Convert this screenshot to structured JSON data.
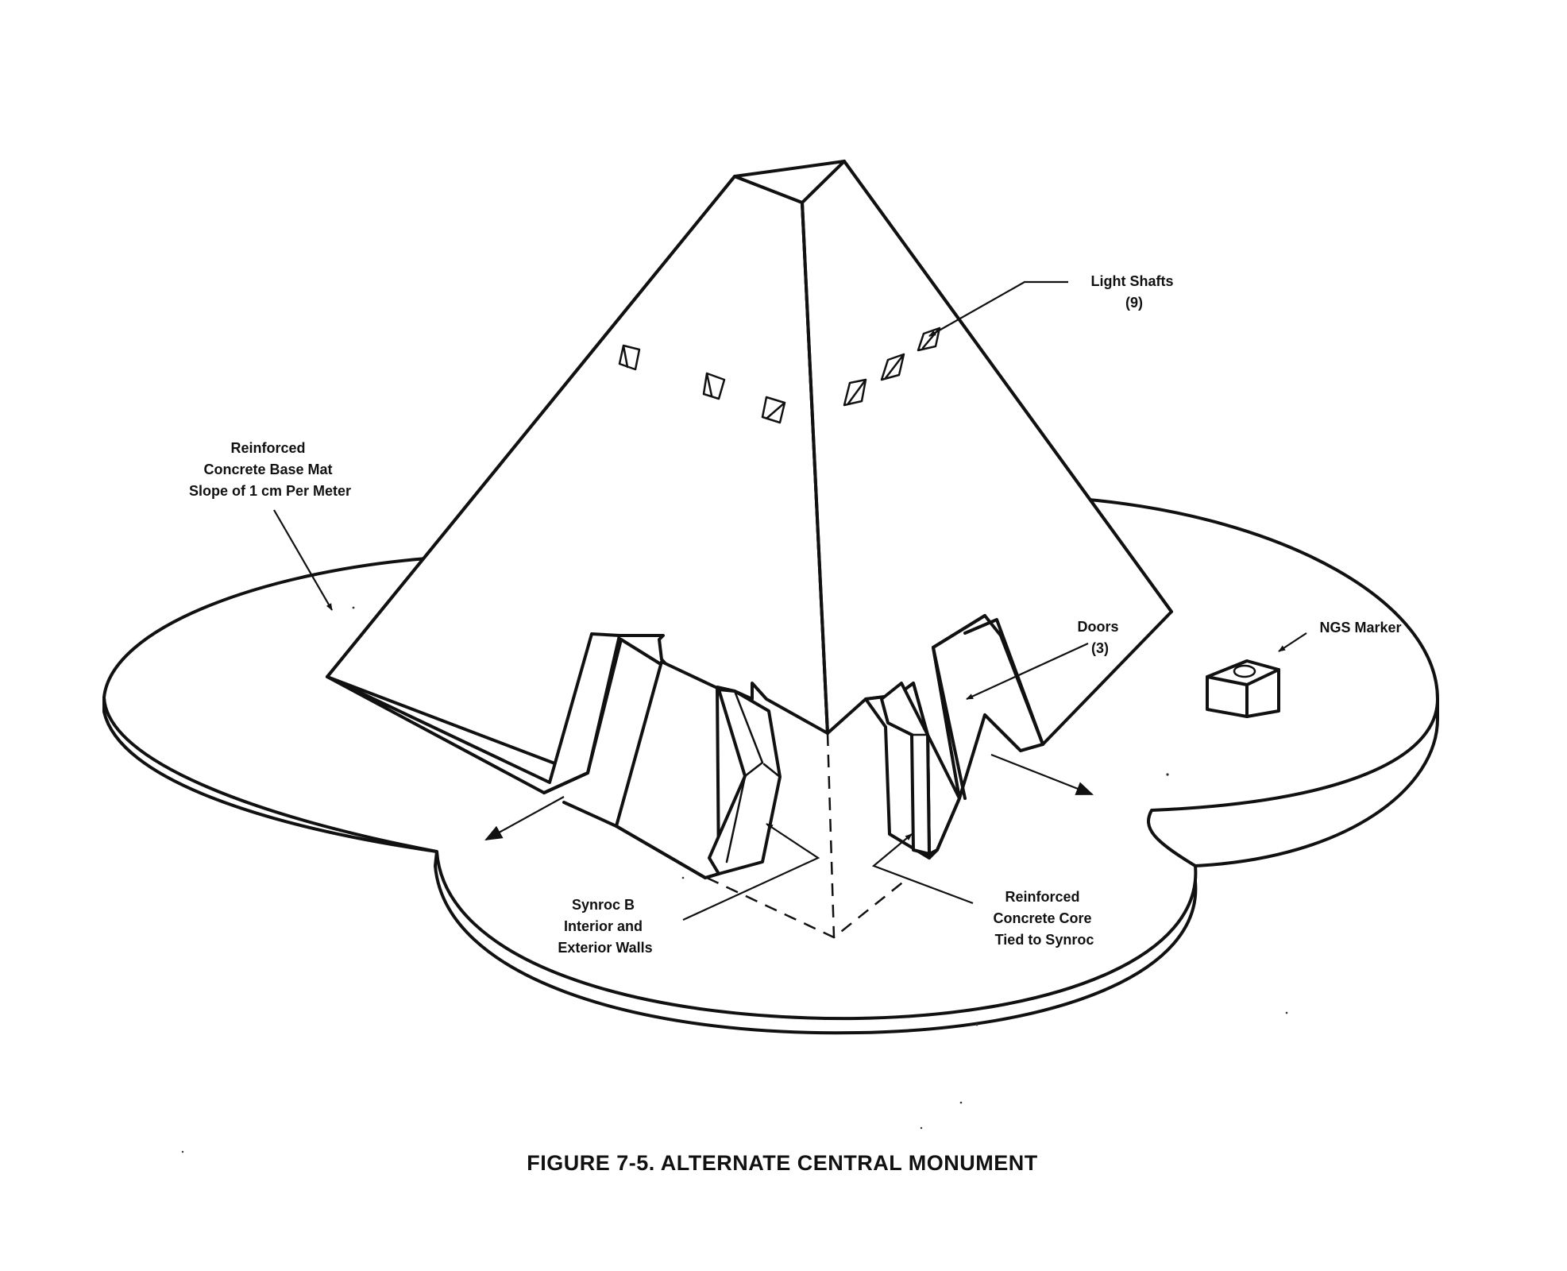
{
  "caption": "FIGURE 7-5.  ALTERNATE CENTRAL MONUMENT",
  "labels": {
    "light_shafts": [
      "Light Shafts",
      "(9)"
    ],
    "base_mat": [
      "Reinforced",
      "Concrete Base Mat",
      "Slope of 1 cm Per Meter"
    ],
    "doors": [
      "Doors",
      "(3)"
    ],
    "ngs_marker": [
      "NGS Marker"
    ],
    "synroc": [
      "Synroc B",
      "Interior and",
      "Exterior Walls"
    ],
    "core": [
      "Reinforced",
      "Concrete Core",
      "Tied to Synroc"
    ]
  }
}
